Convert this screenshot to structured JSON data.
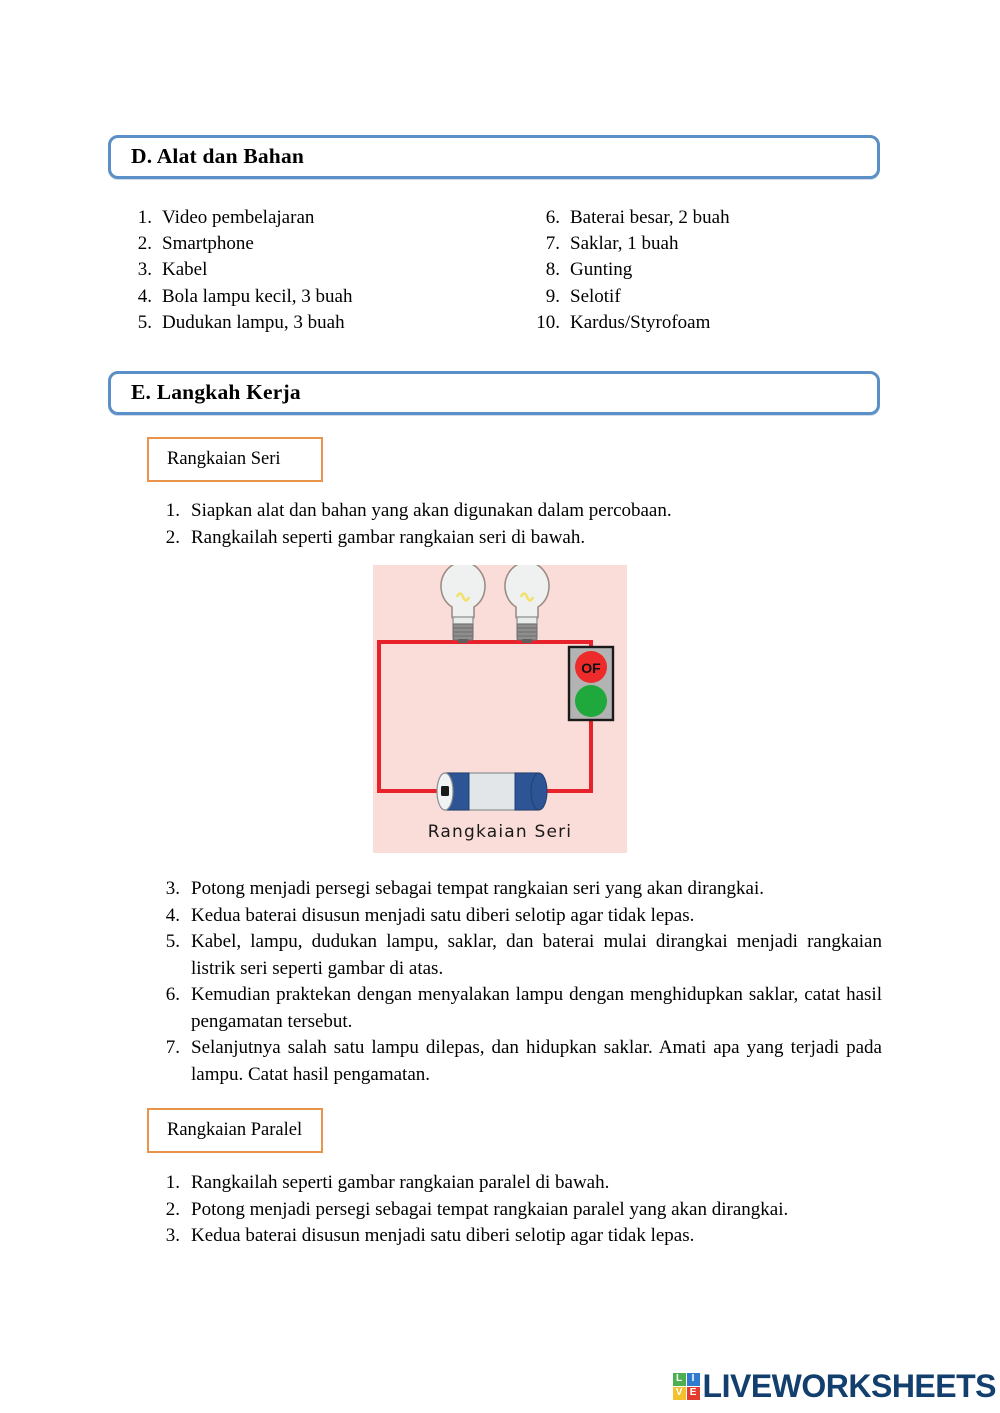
{
  "sections": {
    "alat": {
      "heading": "D. Alat dan Bahan",
      "items_left": [
        {
          "num": "1.",
          "text": "Video pembelajaran"
        },
        {
          "num": "2.",
          "text": "Smartphone"
        },
        {
          "num": "3.",
          "text": "Kabel"
        },
        {
          "num": "4.",
          "text": "Bola lampu kecil, 3 buah"
        },
        {
          "num": "5.",
          "text": "Dudukan lampu, 3 buah"
        }
      ],
      "items_right": [
        {
          "num": "6.",
          "text": "Baterai besar, 2 buah"
        },
        {
          "num": "7.",
          "text": "Saklar, 1 buah"
        },
        {
          "num": "8.",
          "text": "Gunting"
        },
        {
          "num": "9.",
          "text": "Selotif"
        },
        {
          "num": "10.",
          "text": "Kardus/Styrofoam"
        }
      ]
    },
    "langkah": {
      "heading": "E. Langkah Kerja",
      "seri": {
        "tag": "Rangkaian Seri",
        "steps_before_figure": [
          {
            "num": "1.",
            "text": "Siapkan alat dan bahan yang akan digunakan dalam percobaan."
          },
          {
            "num": "2.",
            "text": "Rangkailah seperti gambar rangkaian seri di bawah."
          }
        ],
        "steps_after_figure": [
          {
            "num": "3.",
            "text": "Potong menjadi persegi sebagai tempat rangkaian seri yang akan dirangkai."
          },
          {
            "num": "4.",
            "text": "Kedua baterai disusun menjadi satu diberi selotip agar tidak lepas."
          },
          {
            "num": "5.",
            "text": "Kabel, lampu, dudukan lampu, saklar, dan baterai mulai dirangkai menjadi rangkaian listrik seri seperti gambar di atas."
          },
          {
            "num": "6.",
            "text": "Kemudian praktekan dengan menyalakan lampu dengan menghidupkan saklar, catat hasil pengamatan tersebut."
          },
          {
            "num": "7.",
            "text": "Selanjutnya salah satu lampu dilepas, dan hidupkan saklar. Amati apa yang terjadi pada lampu. Catat hasil pengamatan."
          }
        ]
      },
      "paralel": {
        "tag": "Rangkaian Paralel",
        "steps": [
          {
            "num": "1.",
            "text": "Rangkailah seperti gambar rangkaian paralel di bawah."
          },
          {
            "num": "2.",
            "text": "Potong menjadi persegi sebagai tempat rangkaian paralel yang akan dirangkai."
          },
          {
            "num": "3.",
            "text": "Kedua baterai disusun menjadi satu diberi selotip agar tidak lepas."
          }
        ]
      }
    }
  },
  "figure": {
    "caption": "Rangkaian Seri",
    "switch_label": "OF",
    "background_color": "#fadcd9",
    "wire_color": "#e8222a",
    "battery_cap_color": "#2d5596",
    "battery_body_color": "#e2e6e8",
    "switch_body_color": "#b3b3b3",
    "switch_on_color": "#1fa83c",
    "switch_off_color": "#ee2b2b",
    "bulb_glass_color": "#eef1f0",
    "bulb_filament_color": "#f2e06a",
    "bulb_base_color": "#8c8c8c"
  },
  "branding": {
    "tiles": [
      {
        "letter": "L",
        "color": "#4caf50"
      },
      {
        "letter": "I",
        "color": "#2f7bd0"
      },
      {
        "letter": "V",
        "color": "#f2c12e"
      },
      {
        "letter": "E",
        "color": "#e23c2f"
      }
    ],
    "wordmark": "LIVEWORKSHEETS",
    "wordmark_color": "#123f6d"
  },
  "theme": {
    "section_border": "#5b8fc7",
    "tag_border": "#e8944a"
  }
}
